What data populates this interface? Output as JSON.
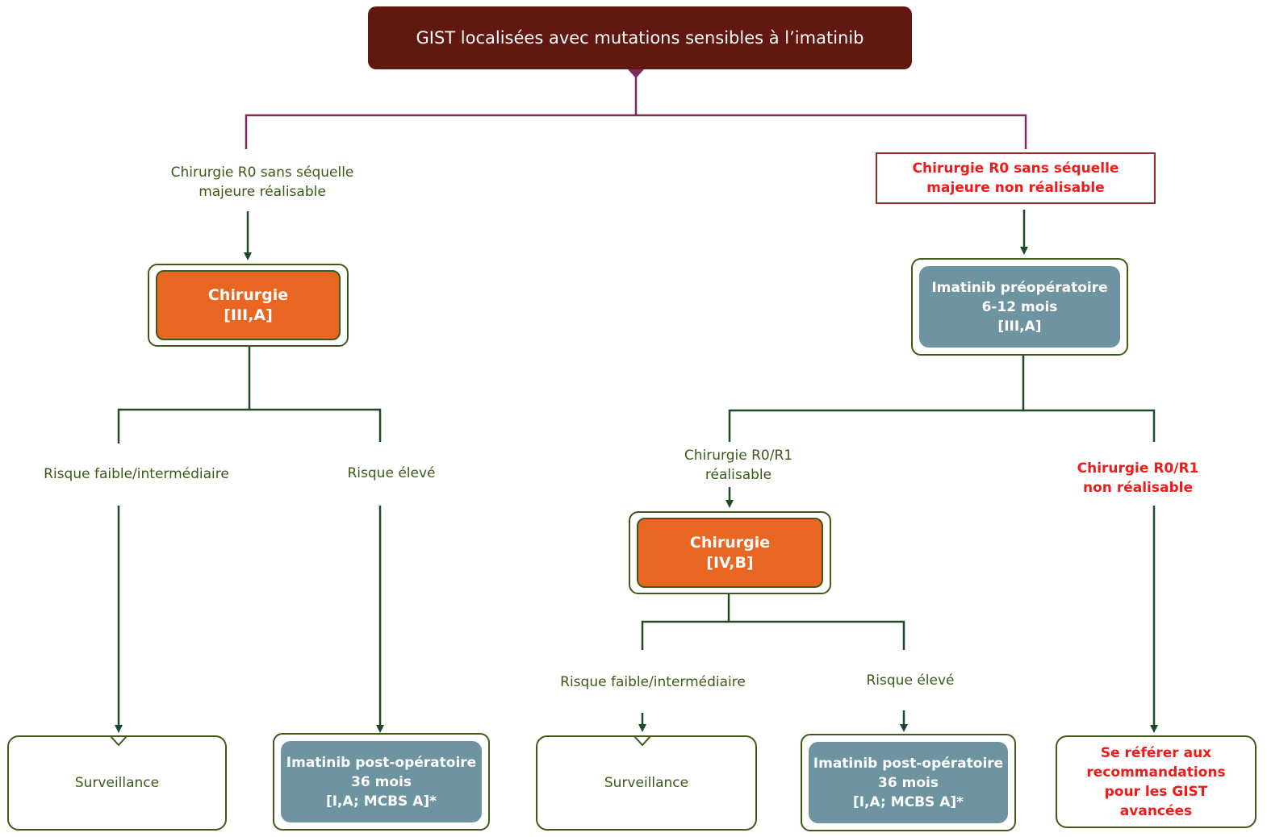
{
  "root": {
    "title": "GIST localisées avec mutations sensibles à l’imatinib"
  },
  "left": {
    "condition": "Chirurgie R0 sans séquelle\nmajeure réalisable",
    "surgery": "Chirurgie\n[III,A]",
    "risk_low": "Risque faible/intermédiaire",
    "risk_high": "Risque élevé",
    "outcome_low": "Surveillance",
    "outcome_high": "Imatinib post-opératoire\n36 mois\n[I,A; MCBS A]*"
  },
  "right": {
    "condition": "Chirurgie R0 sans séquelle\nmajeure non réalisable",
    "neoadjuvant": "Imatinib préopératoire\n6-12 mois\n[III,A]",
    "resectable": "Chirurgie R0/R1\nréalisable",
    "not_resectable": "Chirurgie R0/R1\nnon réalisable",
    "surgery": "Chirurgie\n[IV,B]",
    "risk_low": "Risque faible/intermédiaire",
    "risk_high": "Risque élevé",
    "outcome_low": "Surveillance",
    "outcome_high": "Imatinib post-opératoire\n36 mois\n[I,A; MCBS A]*",
    "outcome_advanced": "Se référer aux\nrecommandations\npour les GIST\navancées"
  },
  "colors": {
    "root_fill": "#611811",
    "connector_root": "#7b2a5c",
    "connector": "#1e4a28",
    "surgery_fill": "#e86522",
    "imatinib_fill": "#6e93a1",
    "green_text": "#3b5a19",
    "red_text": "#ee1b1b"
  }
}
